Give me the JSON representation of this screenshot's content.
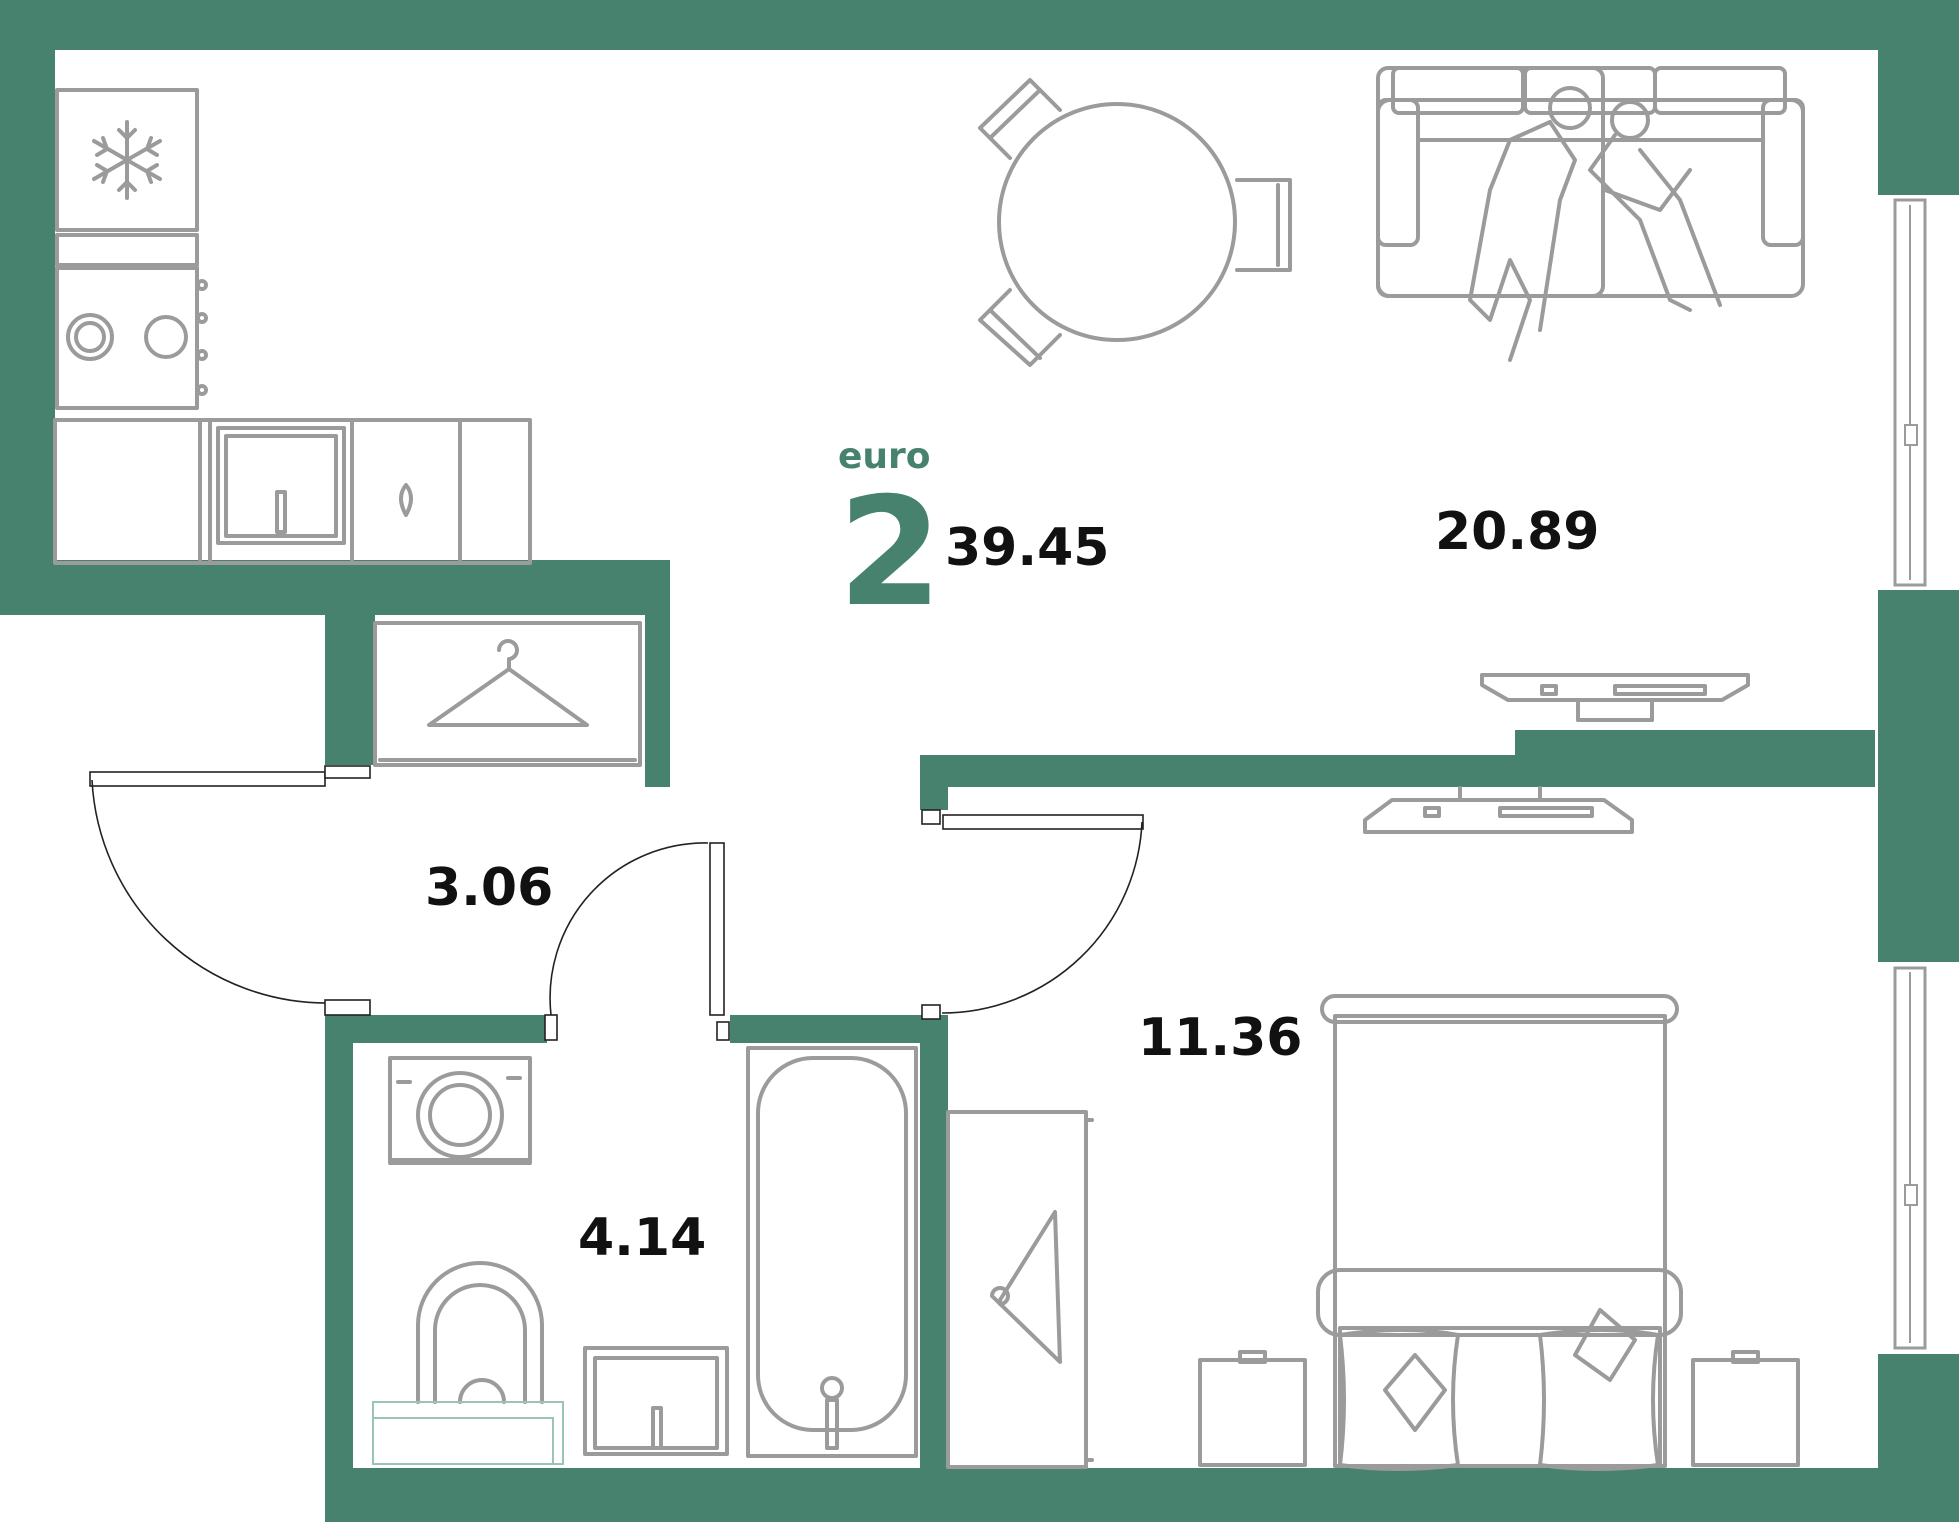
{
  "plan": {
    "type_label": "euro",
    "rooms_count": "2",
    "total_area": "39.45",
    "colors": {
      "wall": "#47826f",
      "furniture": "#9b9b9b",
      "door": "#222222"
    },
    "rooms": [
      {
        "id": "living-kitchen",
        "area": "20.89"
      },
      {
        "id": "hallway",
        "area": "3.06"
      },
      {
        "id": "bathroom",
        "area": "4.14"
      },
      {
        "id": "bedroom",
        "area": "11.36"
      }
    ],
    "icons": [
      "snowflake-icon",
      "hanger-icon",
      "washing-machine-icon",
      "toilet-icon",
      "bathtub-icon",
      "sofa-icon",
      "dining-table-icon",
      "tv-icon",
      "bed-icon",
      "window-icon"
    ]
  }
}
